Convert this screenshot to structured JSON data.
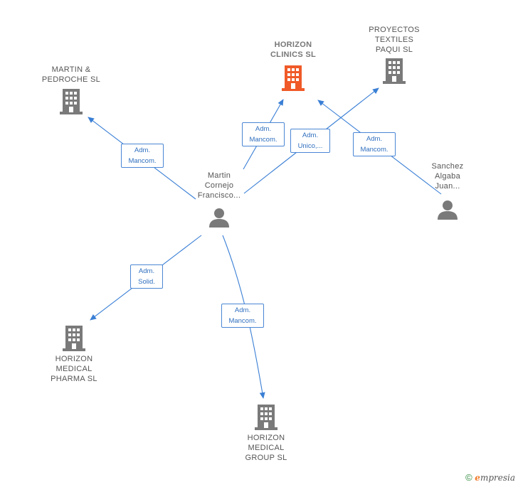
{
  "companies": {
    "horizon_clinics": {
      "lines": [
        "HORIZON",
        "CLINICS SL"
      ],
      "color": "#f05a28"
    },
    "martin_pedroche": {
      "lines": [
        "MARTIN &",
        "PEDROCHE SL"
      ],
      "color": "#7a7a7a"
    },
    "proyectos_textiles": {
      "lines": [
        "PROYECTOS",
        "TEXTILES",
        "PAQUI SL"
      ],
      "color": "#7a7a7a"
    },
    "horizon_pharma": {
      "lines": [
        "HORIZON",
        "MEDICAL",
        "PHARMA SL"
      ],
      "color": "#7a7a7a"
    },
    "horizon_group": {
      "lines": [
        "HORIZON",
        "MEDICAL",
        "GROUP SL"
      ],
      "color": "#7a7a7a"
    }
  },
  "persons": {
    "martin_cornejo": {
      "lines": [
        "Martin",
        "Cornejo",
        "Francisco..."
      ]
    },
    "sanchez_algaba": {
      "lines": [
        "Sanchez",
        "Algaba",
        "Juan..."
      ]
    }
  },
  "edges": {
    "to_martin_pedroche": {
      "lines": [
        "Adm.",
        "Mancom."
      ]
    },
    "to_horizon_clinics": {
      "lines": [
        "Adm.",
        "Mancom."
      ]
    },
    "to_proyectos": {
      "lines": [
        "Adm.",
        "Unico,..."
      ]
    },
    "sanchez_to_clinics": {
      "lines": [
        "Adm.",
        "Mancom."
      ]
    },
    "to_pharma": {
      "lines": [
        "Adm.",
        "Solid."
      ]
    },
    "to_group": {
      "lines": [
        "Adm.",
        "Mancom."
      ]
    }
  },
  "footer": {
    "copyright": "©",
    "brand_initial": "e",
    "brand_rest": "mpresia"
  },
  "colors": {
    "edge": "#3a7fd5",
    "icon_gray": "#7a7a7a",
    "icon_highlight": "#f05a28"
  }
}
